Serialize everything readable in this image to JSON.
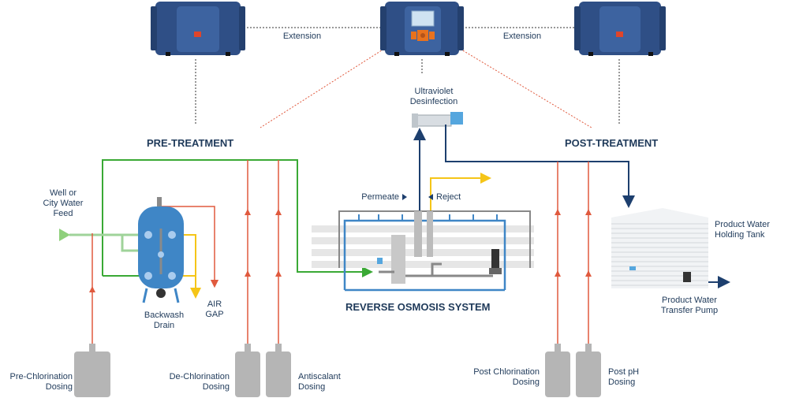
{
  "sections": {
    "pre_treatment": "PRE-TREATMENT",
    "post_treatment": "POST-TREATMENT",
    "ro_system": "REVERSE OSMOSIS SYSTEM"
  },
  "controllers": {
    "left_extension": "Extension",
    "right_extension": "Extension"
  },
  "labels": {
    "uv_line1": "Ultraviolet",
    "uv_line2": "Desinfection",
    "feed_line1": "Well or",
    "feed_line2": "City Water",
    "feed_line3": "Feed",
    "backwash_line1": "Backwash",
    "backwash_line2": "Drain",
    "airgap_line1": "AIR",
    "airgap_line2": "GAP",
    "permeate": "Permeate",
    "reject": "Reject",
    "tank_line1": "Product Water",
    "tank_line2": "Holding Tank",
    "pump_line1": "Product Water",
    "pump_line2": "Transfer Pump"
  },
  "dosing": [
    {
      "line1": "Pre-Chlorination",
      "line2": "Dosing"
    },
    {
      "line1": "De-Chlorination",
      "line2": "Dosing"
    },
    {
      "line1": "Antiscalant",
      "line2": "Dosing"
    },
    {
      "line1": "Post Chlorination",
      "line2": "Dosing"
    },
    {
      "line1": "Post pH",
      "line2": "Dosing"
    }
  ],
  "colors": {
    "navy": "#1d3f6e",
    "device": "#2f4f86",
    "green": "#3aa935",
    "light_green": "#9fd39a",
    "red": "#e05a3e",
    "yellow": "#f5c518",
    "vessel": "#3f86c6",
    "gray_tank": "#b5b5b5",
    "text": "#1f3a5a"
  }
}
